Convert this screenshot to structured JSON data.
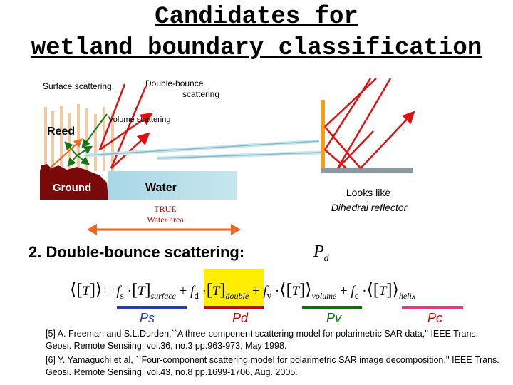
{
  "title": {
    "line1": "Candidates for",
    "line2": "wetland boundary classification"
  },
  "diagram": {
    "surface_label": "Surface scattering",
    "double_label_1": "Double-bounce",
    "double_label_2": "scattering",
    "volume_label": "Volume scattering",
    "reed_label": "Reed",
    "ground_label": "Ground",
    "water_label": "Water",
    "true_label_1": "TRUE",
    "true_label_2": "Water area",
    "looks_like_1": "Looks like",
    "looks_like_2": "Dihedral reflector"
  },
  "heading": {
    "text": "2. Double-bounce scattering:",
    "symbol": "P",
    "symbol_sub": "d"
  },
  "equation": {
    "T": "T",
    "eq": "=",
    "fs": "f",
    "fs_sub": "s",
    "fd": "f",
    "fd_sub": "d",
    "fv": "f",
    "fv_sub": "v",
    "fc": "f",
    "fc_sub": "c",
    "surface": "surface",
    "double": "double",
    "volume": "volume",
    "helix": "helix"
  },
  "components": {
    "ps": "Ps",
    "pd": "Pd",
    "pv": "Pv",
    "pc": "Pc",
    "colors": {
      "ps": "#1f3fbf",
      "pd": "#cc0000",
      "pv": "#007700",
      "pc": "#ff3377",
      "highlight": "#ffee00"
    }
  },
  "references": [
    "[5] A. Freeman and S.L.Durden,``A three-component scattering model for polarimetric SAR data,'' IEEE Trans. Geosi. Remote Sensiing, vol.36, no.3 pp.963-973, May 1998.",
    "[6] Y. Yamaguchi et al, ``Four-component scattering model for polarimetric SAR image decomposition,'' IEEE Trans. Geosi. Remote Sensiing, vol.43, no.8 pp.1699-1706, Aug. 2005."
  ]
}
